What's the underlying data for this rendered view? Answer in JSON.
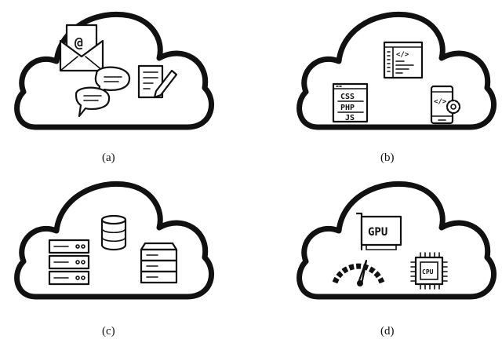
{
  "panels": [
    {
      "label": "(a)",
      "icons": [
        "email-icon",
        "chat-bubbles-icon",
        "document-edit-icon"
      ],
      "email_symbol": "@"
    },
    {
      "label": "(b)",
      "icons": [
        "code-editor-icon",
        "web-languages-icon",
        "mobile-dev-icon"
      ],
      "code_symbol": "</>",
      "languages": [
        "CSS",
        "PHP",
        "JS"
      ]
    },
    {
      "label": "(c)",
      "icons": [
        "server-rack-icon",
        "database-icon",
        "storage-stack-icon"
      ]
    },
    {
      "label": "(d)",
      "icons": [
        "gpu-card-icon",
        "speedometer-icon",
        "cpu-chip-icon"
      ],
      "gpu_text": "GPU",
      "cpu_text": "CPU"
    }
  ]
}
